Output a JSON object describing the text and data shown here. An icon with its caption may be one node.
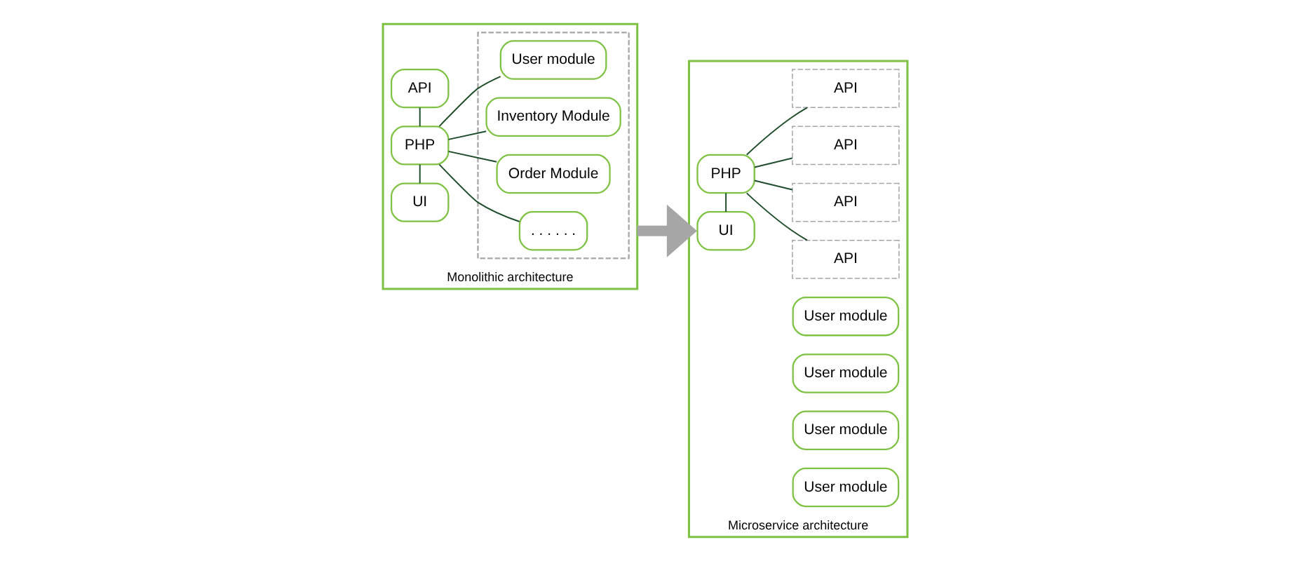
{
  "diagram": {
    "nodes": [
      {
        "text": [
          "Monolithic architecture"
        ]
      },
      {
        "text": [
          "UI"
        ],
        "in": 0
      },
      {
        "text": [
          "PHP"
        ],
        "in": 0
      },
      {
        "text": [
          "API"
        ],
        "in": 0
      },
      {
        "text": [],
        "shape": "box",
        "in": 0
      },
      {
        "text": [
          "User module"
        ],
        "in": 4
      },
      {
        "text": [
          "Inventory Module"
        ],
        "in": 4
      },
      {
        "text": [
          "Order Module"
        ],
        "in": 4
      },
      {
        "text": [
          ". . . . . ."
        ],
        "in": 4
      },
      {
        "text": [
          "Microservice architecture"
        ]
      },
      {
        "text": [
          "UI"
        ],
        "in": 9
      },
      {
        "text": [
          "PHP"
        ],
        "in": 9
      },
      {
        "text": [
          "User module"
        ],
        "in": 9
      },
      {
        "text": [
          "API"
        ],
        "in": 9
      },
      {
        "text": [
          "User module"
        ],
        "in": 9
      },
      {
        "text": [
          "API"
        ],
        "in": 9
      },
      {
        "text": [
          "User module"
        ],
        "in": 9
      },
      {
        "text": [
          "API"
        ],
        "in": 9
      },
      {
        "text": [
          "User module"
        ],
        "in": 9
      },
      {
        "text": [
          "API"
        ],
        "in": 9
      }
    ],
    "edges": [
      {
        "from": 1,
        "to": 2,
        "arrow": "none"
      },
      {
        "from": 2,
        "to": 3,
        "arrow": "none"
      },
      {
        "from": 2,
        "to": 5,
        "arrow": "none"
      },
      {
        "from": 2,
        "to": 6,
        "arrow": "none"
      },
      {
        "from": 2,
        "to": 7,
        "arrow": "none"
      },
      {
        "from": 2,
        "to": 8,
        "arrow": "none"
      },
      {
        "from": 0,
        "to": 9,
        "arrow": "to",
        "style": "thick",
        "color": "#a6a6a6"
      },
      {
        "from": 10,
        "to": 11,
        "arrow": "none"
      },
      {
        "from": 11,
        "to": 13,
        "arrow": "none"
      },
      {
        "from": 11,
        "to": 15,
        "arrow": "none"
      },
      {
        "from": 11,
        "to": 17,
        "arrow": "none"
      },
      {
        "from": 11,
        "to": 19,
        "arrow": "none"
      }
    ]
  }
}
